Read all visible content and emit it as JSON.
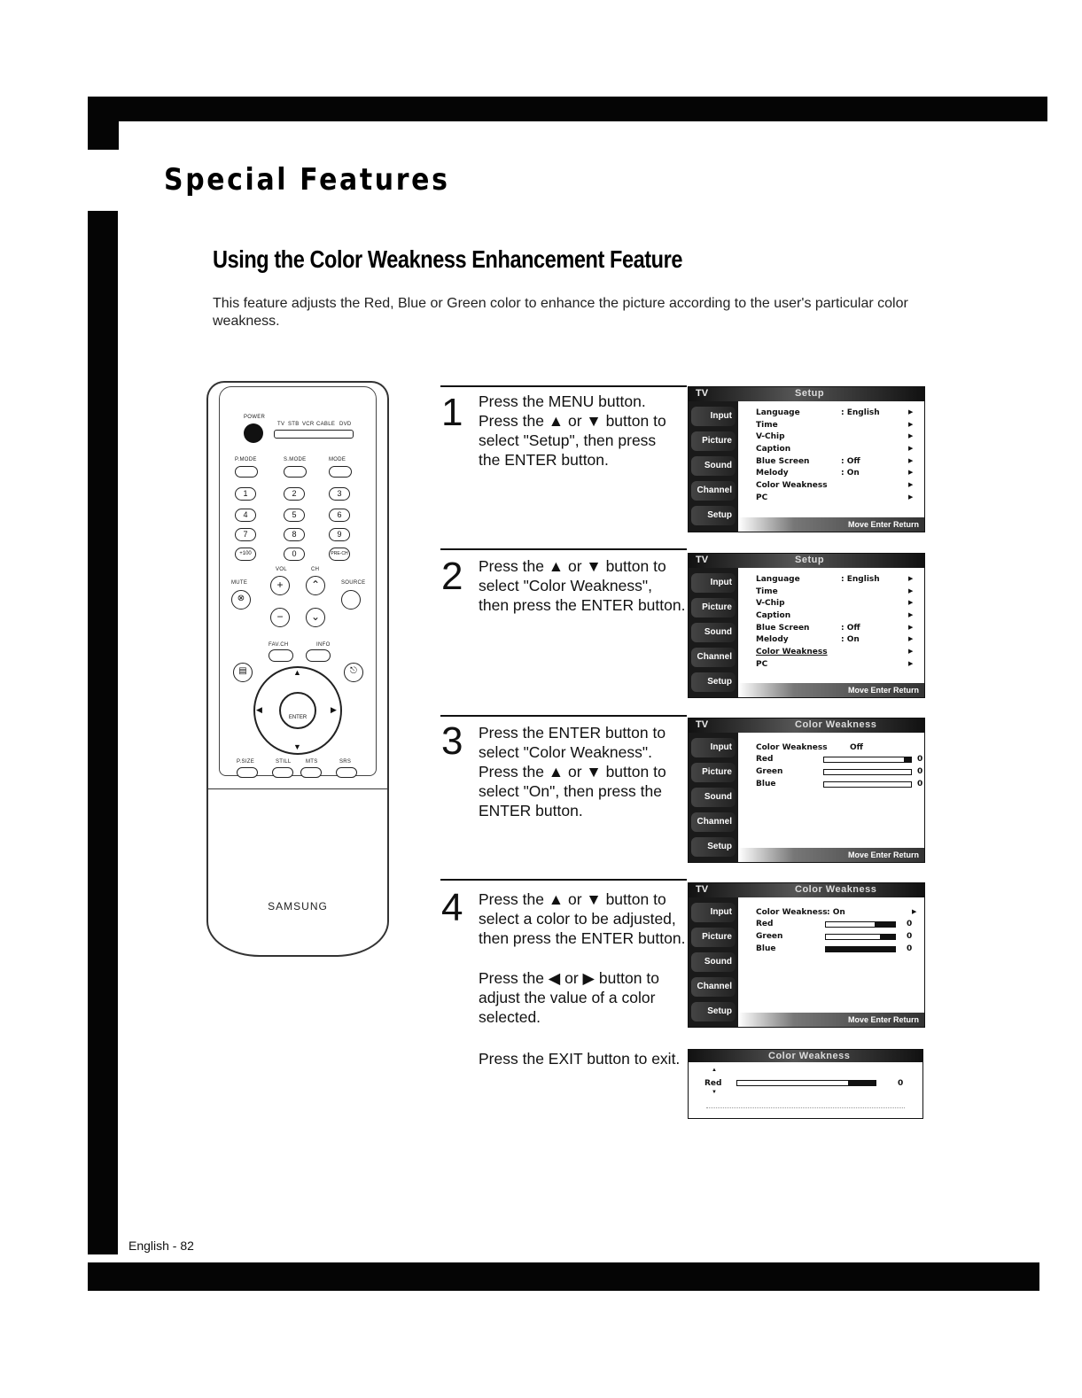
{
  "header": {
    "section_title": "Special Features"
  },
  "feature": {
    "title": "Using the Color Weakness Enhancement Feature",
    "intro": "This feature adjusts the Red, Blue or Green color to enhance the picture according to the user's particular color weakness."
  },
  "remote": {
    "brand": "SAMSUNG",
    "power_label": "POWER",
    "mode_labels": [
      "TV",
      "STB",
      "VCR",
      "CABLE",
      "DVD"
    ],
    "top_row_labels": [
      "P.MODE",
      "S.MODE",
      "MODE"
    ],
    "number_keys": [
      "1",
      "2",
      "3",
      "4",
      "5",
      "6",
      "7",
      "8",
      "9",
      "+100",
      "0",
      "PRE-CH"
    ],
    "vol_label": "VOL",
    "ch_label": "CH",
    "mute_label": "MUTE",
    "source_label": "SOURCE",
    "favch_label": "FAV.CH",
    "info_label": "INFO",
    "enter_label": "ENTER",
    "bottom_labels": [
      "P.SIZE",
      "STILL",
      "MTS",
      "SRS"
    ]
  },
  "steps": [
    {
      "num": "1",
      "text": "Press the MENU button.\nPress the ▲ or ▼ button to\nselect \"Setup\", then press\nthe ENTER button."
    },
    {
      "num": "2",
      "text": "Press the ▲ or ▼ button to\nselect \"Color Weakness\",\nthen press the ENTER button."
    },
    {
      "num": "3",
      "text": "Press the ENTER button to\nselect \"Color Weakness\".\nPress the ▲ or ▼ button to\nselect \"On\", then press the\nENTER button."
    },
    {
      "num": "4",
      "text": "Press the ▲ or ▼ button to\nselect a color to be adjusted,\nthen press the ENTER button.",
      "text2": "Press the ◀ or ▶ button to\nadjust the value of a color\nselected.",
      "text3": "Press the EXIT button to exit."
    }
  ],
  "osd": {
    "tv_label": "TV",
    "tabs": [
      "Input",
      "Picture",
      "Sound",
      "Channel",
      "Setup"
    ],
    "setup_title": "Setup",
    "setup_rows": [
      {
        "label": "Language",
        "value": ": English"
      },
      {
        "label": "Time",
        "value": ""
      },
      {
        "label": "V-Chip",
        "value": ""
      },
      {
        "label": "Caption",
        "value": ""
      },
      {
        "label": "Blue Screen",
        "value": ": Off"
      },
      {
        "label": "Melody",
        "value": ": On"
      },
      {
        "label": "Color Weakness",
        "value": ""
      },
      {
        "label": "PC",
        "value": ""
      }
    ],
    "cw_title": "Color Weakness",
    "cw_label": "Color Weakness",
    "cw_value_off": "Off",
    "cw_value_on": "On",
    "cw_value_on_line": ": On",
    "colors": [
      "Red",
      "Green",
      "Blue"
    ],
    "color_values": [
      "0",
      "0",
      "0"
    ],
    "footer": "Move  Enter  Return",
    "single_label": "Red",
    "single_value": "0"
  },
  "footer": {
    "page": "English - 82"
  }
}
